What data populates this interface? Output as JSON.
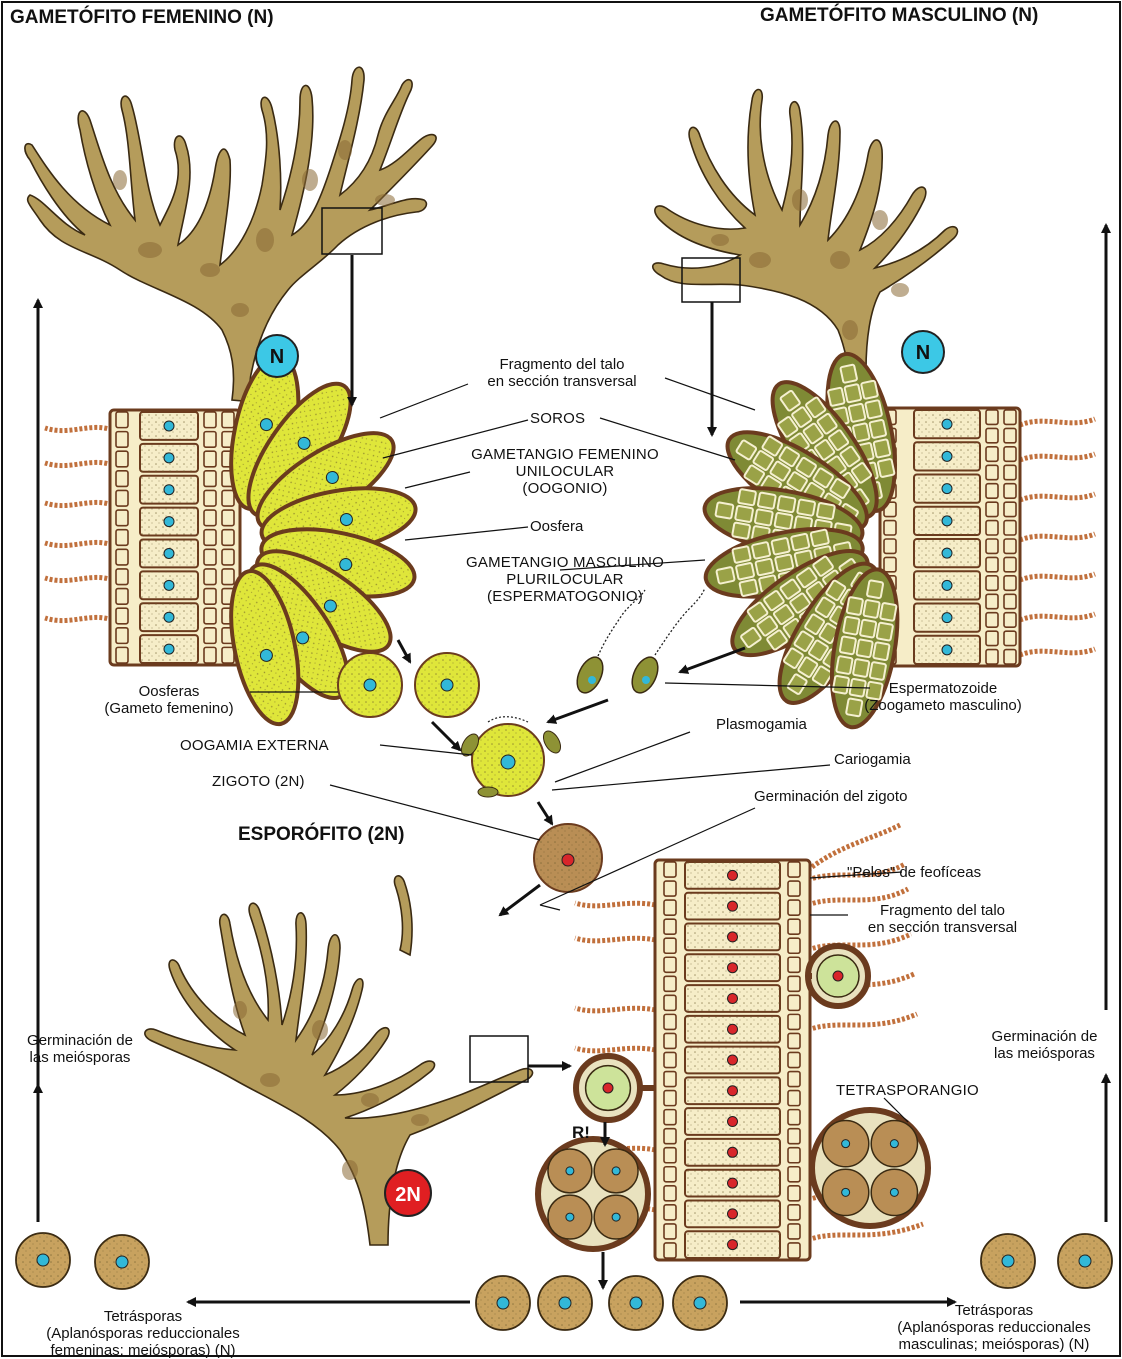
{
  "titles": {
    "female": "GAMETÓFITO FEMENINO (N)",
    "male": "GAMETÓFITO MASCULINO (N)",
    "sporophyte": "ESPORÓFITO (2N)"
  },
  "badges": {
    "female": "N",
    "male": "N",
    "sporophyte": "2N"
  },
  "labels": {
    "fragment_top": [
      "Fragmento del talo",
      "en sección transversal"
    ],
    "soros": "SOROS",
    "female_gametangium": [
      "GAMETANGIO FEMENINO",
      "UNILOCULAR",
      "(OOGONIO)"
    ],
    "oosfera": "Oosfera",
    "male_gametangium": [
      "GAMETANGIO MASCULINO",
      "PLURILOCULAR",
      "(ESPERMATOGONIO)"
    ],
    "oosferas": [
      "Oosferas",
      "(Gameto femenino)"
    ],
    "espermatozoide": [
      "Espermatozoide",
      "(Zoogameto masculino)"
    ],
    "plasmogamia": "Plasmogamia",
    "oogamia": "OOGAMIA EXTERNA",
    "cariogamia": "Cariogamia",
    "zigoto": "ZIGOTO (2N)",
    "germinacion_zigoto": "Germinación del zigoto",
    "pelos": "\"Pelos\" de feofíceas",
    "fragment_bottom": [
      "Fragmento del talo",
      "en sección transversal"
    ],
    "germ_left": [
      "Germinación de",
      "las meiósporas"
    ],
    "germ_right": [
      "Germinación de",
      "las meiósporas"
    ],
    "tetrasporangio": "TETRASPORANGIO",
    "ri": "R!",
    "tetras_left": [
      "Tetrásporas",
      "(Aplanósporas reduccionales",
      "femeninas; meiósporas) (N)"
    ],
    "tetras_right": [
      "Tetrásporas",
      "(Aplanósporas reduccionales",
      "masculinas; meiósporas) (N)"
    ]
  },
  "colors": {
    "thallus": "#b59c5b",
    "thallus_spot": "#8a6a35",
    "cell_wall": "#6b3b1e",
    "cell_fill": "#f6edc8",
    "oogonium": "#dfe63a",
    "nucleus_haploid": "#32b8d8",
    "nucleus_diploid": "#d8262b",
    "hair": "#c1703c",
    "spore": "#c8a25f",
    "badge_n": "#3cc8e6",
    "badge_2n": "#e01f22"
  }
}
